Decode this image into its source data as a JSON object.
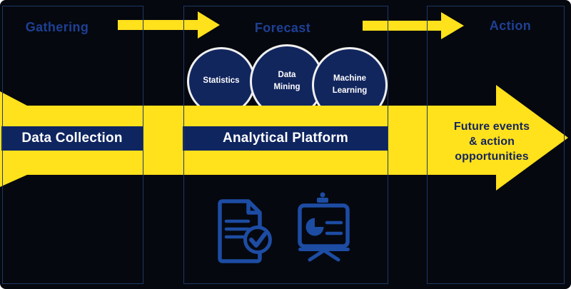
{
  "stages": [
    {
      "label": "Gathering"
    },
    {
      "label": "Forecast"
    },
    {
      "label": "Action"
    }
  ],
  "flow": {
    "data_collection_label": "Data Collection",
    "analytical_platform_label": "Analytical Platform",
    "outcome_label": "Future events\n& action\nopportunities"
  },
  "methods": [
    {
      "label": "Statistics"
    },
    {
      "label": "Data\nMining"
    },
    {
      "label": "Machine\nLearning"
    }
  ],
  "icons": [
    {
      "name": "document-check-icon"
    },
    {
      "name": "presentation-chart-icon"
    }
  ],
  "colors": {
    "background": "#05080f",
    "box_border": "#1f3864",
    "stage_label_blue": "#1e4094",
    "arrow_yellow": "#ffe11c",
    "navy_fill": "#12265e",
    "band_navy": "#0f2560",
    "band_text": "#ffffff",
    "outcome_text": "#15265c",
    "icon_blue": "#1d4ca3",
    "circle_border": "#f0f0f0"
  }
}
